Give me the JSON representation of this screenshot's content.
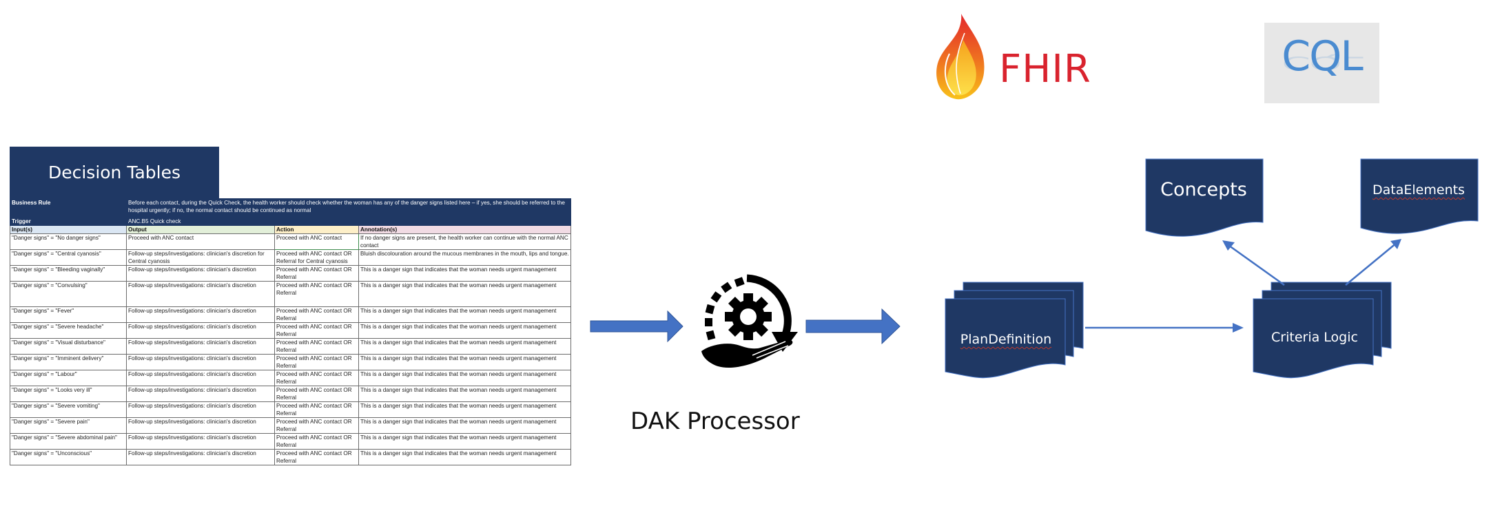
{
  "decision_tables": {
    "title": "Decision Tables",
    "business_rule_label": "Business Rule",
    "business_rule_text": "Before each contact, during the Quick Check, the health worker should check whether the woman has any of the danger signs listed here – if yes, she should be referred to the hospital urgently; if no, the normal contact should be continued as normal",
    "trigger_label": "Trigger",
    "trigger_value": "ANC.B5 Quick check",
    "columns": [
      "Input(s)",
      "Output",
      "Action",
      "Annotation(s)"
    ],
    "rows": [
      {
        "input": "\"Danger signs\" = \"No danger signs\"",
        "output": "Proceed with ANC contact",
        "action": "Proceed with ANC contact",
        "annotation": "If no danger signs are present, the health worker can continue with the normal ANC contact"
      },
      {
        "input": "\"Danger signs\" = \"Central cyanosis\"",
        "output": "Follow-up steps/investigations: clinician's discretion for Central cyanosis",
        "action": "Proceed with ANC contact OR Referral for Central cyanosis",
        "annotation": "Bluish discolouration around the mucous membranes in the mouth, lips and tongue."
      },
      {
        "input": "\"Danger signs\" = \"Bleeding vaginally\"",
        "output": "Follow-up steps/investigations: clinician's discretion",
        "action": "Proceed with ANC contact OR Referral",
        "annotation": "This is a danger sign that indicates that the woman needs urgent management"
      },
      {
        "input": "\"Danger signs\" = \"Convulsing\"",
        "output": "Follow-up steps/investigations: clinician's discretion",
        "action": "Proceed with ANC contact OR Referral",
        "annotation": "This is a danger sign that indicates that the woman needs urgent management"
      },
      {
        "input": "\"Danger signs\" = \"Fever\"",
        "output": "Follow-up steps/investigations: clinician's discretion",
        "action": "Proceed with ANC contact OR Referral",
        "annotation": "This is a danger sign that indicates that the woman needs urgent management"
      },
      {
        "input": "\"Danger signs\" = \"Severe headache\"",
        "output": "Follow-up steps/investigations: clinician's discretion",
        "action": "Proceed with ANC contact OR Referral",
        "annotation": "This is a danger sign that indicates that the woman needs urgent management"
      },
      {
        "input": "\"Danger signs\" = \"Visual disturbance\"",
        "output": "Follow-up steps/investigations: clinician's discretion",
        "action": "Proceed with ANC contact OR Referral",
        "annotation": "This is a danger sign that indicates that the woman needs urgent management"
      },
      {
        "input": "\"Danger signs\" = \"Imminent delivery\"",
        "output": "Follow-up steps/investigations: clinician's discretion",
        "action": "Proceed with ANC contact OR Referral",
        "annotation": "This is a danger sign that indicates that the woman needs urgent management"
      },
      {
        "input": "\"Danger signs\" = \"Labour\"",
        "output": "Follow-up steps/investigations: clinician's discretion",
        "action": "Proceed with ANC contact OR Referral",
        "annotation": "This is a danger sign that indicates that the woman needs urgent management"
      },
      {
        "input": "\"Danger signs\" = \"Looks very ill\"",
        "output": "Follow-up steps/investigations: clinician's discretion",
        "action": "Proceed with ANC contact OR Referral",
        "annotation": "This is a danger sign that indicates that the woman needs urgent management"
      },
      {
        "input": "\"Danger signs\" = \"Severe vomiting\"",
        "output": "Follow-up steps/investigations: clinician's discretion",
        "action": "Proceed with ANC contact OR Referral",
        "annotation": "This is a danger sign that indicates that the woman needs urgent management"
      },
      {
        "input": "\"Danger signs\" = \"Severe pain\"",
        "output": "Follow-up steps/investigations: clinician's discretion",
        "action": "Proceed with ANC contact OR Referral",
        "annotation": "This is a danger sign that indicates that the woman needs urgent management"
      },
      {
        "input": "\"Danger signs\" = \"Severe abdominal pain\"",
        "output": "Follow-up steps/investigations: clinician's discretion",
        "action": "Proceed with ANC contact OR Referral",
        "annotation": "This is a danger sign that indicates that the woman needs urgent management"
      },
      {
        "input": "\"Danger signs\" = \"Unconscious\"",
        "output": "Follow-up steps/investigations: clinician's discretion",
        "action": "Proceed with ANC contact OR Referral",
        "annotation": "This is a danger sign that indicates that the woman needs urgent management"
      }
    ]
  },
  "processor": {
    "label": "DAK Processor",
    "icon": "gear-cycle-hand-icon"
  },
  "logos": {
    "fhir": {
      "text": "FHIR",
      "icon": "flame-icon",
      "color": "#d9232e"
    },
    "cql": {
      "text": "CQL",
      "color": "#4a8bd0"
    }
  },
  "outputs": {
    "plan_definition": "PlanDefinition",
    "criteria_logic": "Criteria Logic",
    "concepts": "Concepts",
    "data_elements": "DataElements"
  },
  "colors": {
    "navy": "#1f3864",
    "arrow_blue": "#4472c4"
  }
}
